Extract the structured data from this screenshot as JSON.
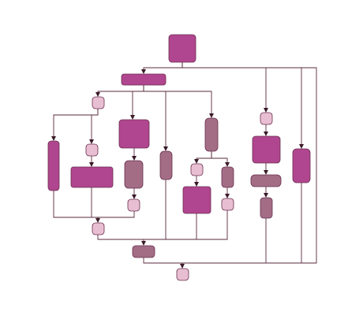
{
  "diagram": {
    "title": "",
    "colors": {
      "magenta": "#b0468f",
      "mauve": "#a26d85",
      "pink": "#e8bfd2",
      "edge": "#5a2a3e",
      "background": "#ffffff"
    },
    "nodes": [
      {
        "id": "n1",
        "kind": "magenta",
        "label": ""
      },
      {
        "id": "n2",
        "kind": "magenta",
        "label": ""
      },
      {
        "id": "n3",
        "kind": "pink",
        "label": ""
      },
      {
        "id": "n4",
        "kind": "magenta",
        "label": ""
      },
      {
        "id": "n5",
        "kind": "pink",
        "label": ""
      },
      {
        "id": "n6",
        "kind": "magenta",
        "label": ""
      },
      {
        "id": "n7",
        "kind": "magenta",
        "label": ""
      },
      {
        "id": "n8",
        "kind": "mauve",
        "label": ""
      },
      {
        "id": "n9",
        "kind": "pink",
        "label": ""
      },
      {
        "id": "n10",
        "kind": "mauve",
        "label": ""
      },
      {
        "id": "n11",
        "kind": "mauve",
        "label": ""
      },
      {
        "id": "n12",
        "kind": "pink",
        "label": ""
      },
      {
        "id": "n13",
        "kind": "mauve",
        "label": ""
      },
      {
        "id": "n14",
        "kind": "magenta",
        "label": ""
      },
      {
        "id": "n15",
        "kind": "pink",
        "label": ""
      },
      {
        "id": "n16",
        "kind": "pink",
        "label": ""
      },
      {
        "id": "n17",
        "kind": "pink",
        "label": ""
      },
      {
        "id": "n18",
        "kind": "magenta",
        "label": ""
      },
      {
        "id": "n19",
        "kind": "mauve",
        "label": ""
      },
      {
        "id": "n20",
        "kind": "mauve",
        "label": ""
      },
      {
        "id": "n21",
        "kind": "magenta",
        "label": ""
      },
      {
        "id": "n22",
        "kind": "mauve",
        "label": ""
      },
      {
        "id": "n23",
        "kind": "pink",
        "label": ""
      }
    ],
    "edges": [
      {
        "from": "n1",
        "to": "n2"
      },
      {
        "from": "n2",
        "to": "n3"
      },
      {
        "from": "n2",
        "to": "n7"
      },
      {
        "from": "n2",
        "to": "n10"
      },
      {
        "from": "n2",
        "to": "n11"
      },
      {
        "from": "n3",
        "to": "n4"
      },
      {
        "from": "n3",
        "to": "n5"
      },
      {
        "from": "n5",
        "to": "n6"
      },
      {
        "from": "n7",
        "to": "n8"
      },
      {
        "from": "n8",
        "to": "n9"
      },
      {
        "from": "n11",
        "to": "n12"
      },
      {
        "from": "n11",
        "to": "n13"
      },
      {
        "from": "n12",
        "to": "n14"
      },
      {
        "from": "n13",
        "to": "n15"
      },
      {
        "from": "n1",
        "to": "n17"
      },
      {
        "from": "n17",
        "to": "n18"
      },
      {
        "from": "n18",
        "to": "n19"
      },
      {
        "from": "n19",
        "to": "n20"
      },
      {
        "from": "n1",
        "to": "n21"
      },
      {
        "from": "n4",
        "to": "n16"
      },
      {
        "from": "n6",
        "to": "n16"
      },
      {
        "from": "n9",
        "to": "n16"
      },
      {
        "from": "n16",
        "to": "n22"
      },
      {
        "from": "n10",
        "to": "n22"
      },
      {
        "from": "n14",
        "to": "n22"
      },
      {
        "from": "n15",
        "to": "n22"
      },
      {
        "from": "n22",
        "to": "n23"
      },
      {
        "from": "n20",
        "to": "n23"
      },
      {
        "from": "n21",
        "to": "n23"
      },
      {
        "from": "n1",
        "to": "n23"
      }
    ]
  }
}
